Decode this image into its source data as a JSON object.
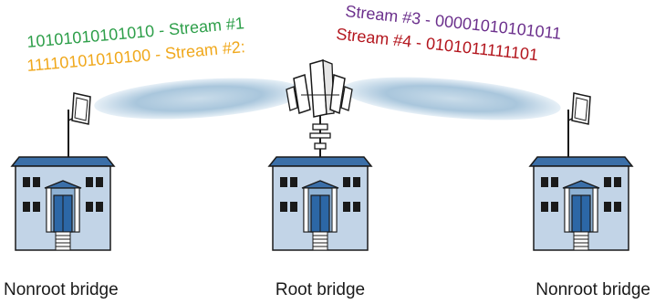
{
  "streams": [
    {
      "text": "10101010101010 - Stream #1",
      "color": "#2e9f4a"
    },
    {
      "text": "11110101010100 - Stream #2:",
      "color": "#f0a81c"
    },
    {
      "text": "Stream #3 - 00001010101011",
      "color": "#6b2f8c"
    },
    {
      "text": "Stream #4 - 0101011111101",
      "color": "#b3151d"
    }
  ],
  "labels": {
    "left": "Nonroot bridge",
    "center": "Root bridge",
    "right": "Nonroot bridge"
  },
  "colors": {
    "wall": "#c2d4e7",
    "roof": "#3b6fa8",
    "door": "#2c67a6",
    "beam": "#a9c6dc"
  },
  "icons": {
    "left_antenna": "panel-antenna-icon",
    "center_antenna": "omni-antenna-array-icon",
    "right_antenna": "panel-antenna-icon"
  }
}
